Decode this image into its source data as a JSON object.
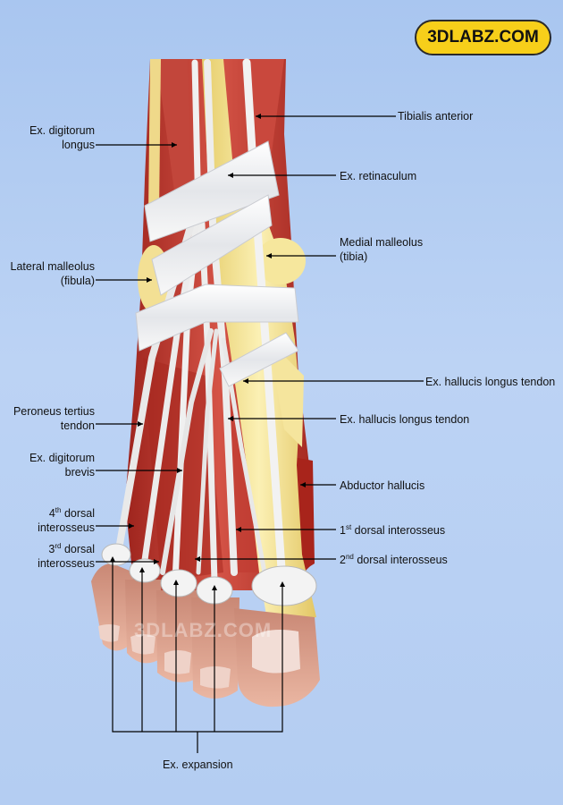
{
  "logo": "3DLABZ.COM",
  "watermark": "3DLABZ.COM",
  "labels": {
    "ext_digitorum_longus": [
      "Ex. digitorum",
      "longus"
    ],
    "tibialis_anterior": "Tibialis anterior",
    "ext_retinaculum": "Ex. retinaculum",
    "medial_malleolus": [
      "Medial malleolus",
      "(tibia)"
    ],
    "lateral_malleolus": [
      "Lateral malleolus",
      "(fibula)"
    ],
    "ext_hallucis_tendon_a": "Ex. hallucis longus tendon",
    "ext_hallucis_tendon_b": "Ex. hallucis longus tendon",
    "peroneus_tertius": [
      "Peroneus tertius",
      "tendon"
    ],
    "ext_digitorum_brevis": [
      "Ex. digitorum",
      "brevis"
    ],
    "abductor_hallucis": "Abductor hallucis",
    "dorsal_4": {
      "num": "4",
      "sup": "th",
      "rest": " dorsal",
      "line2": "interosseus"
    },
    "dorsal_3": {
      "num": "3",
      "sup": "rd",
      "rest": " dorsal",
      "line2": "interosseus"
    },
    "dorsal_1": {
      "num": "1",
      "sup": "st",
      "rest": " dorsal interosseus"
    },
    "dorsal_2": {
      "num": "2",
      "sup": "nd",
      "rest": " dorsal interosseus"
    },
    "ext_expansion": "Ex. expansion"
  },
  "colors": {
    "background": "#b4cdf2",
    "logo_fill": "#f7cf1a",
    "muscle": "#b8322a",
    "muscle_light": "#d9574a",
    "tendon": "#eeeeee",
    "bone": "#f1e08c",
    "skin": "#e2a48e",
    "nail": "#f0d8d0"
  }
}
